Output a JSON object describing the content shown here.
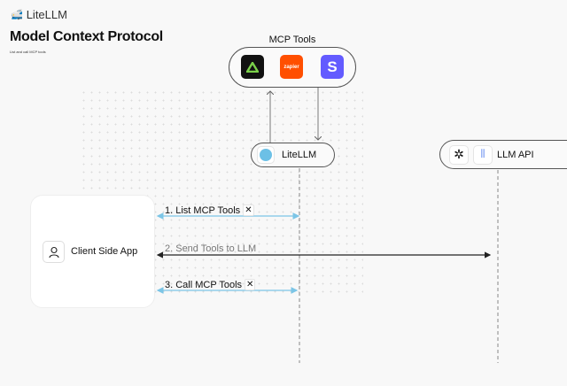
{
  "header": {
    "brand": "LiteLLM",
    "title": "Model Context Protocol",
    "subtitle": "List and call MCP tools"
  },
  "mcp_tools": {
    "title": "MCP Tools",
    "tools": [
      {
        "icon": "arcade-icon",
        "color": "#111111"
      },
      {
        "icon": "zapier-icon",
        "label": "zapier",
        "color": "#ff4f00"
      },
      {
        "icon": "stripe-icon",
        "label": "S",
        "color": "#635bff"
      }
    ]
  },
  "nodes": {
    "litellm": "LiteLLM",
    "llm_api": "LLM API",
    "client": "Client Side App"
  },
  "steps": [
    {
      "label": "1. List MCP Tools",
      "color": "#7cc5e6"
    },
    {
      "label": "2. Send Tools to LLM",
      "color": "#222222"
    },
    {
      "label": "3. Call MCP Tools",
      "color": "#7cc5e6"
    }
  ]
}
